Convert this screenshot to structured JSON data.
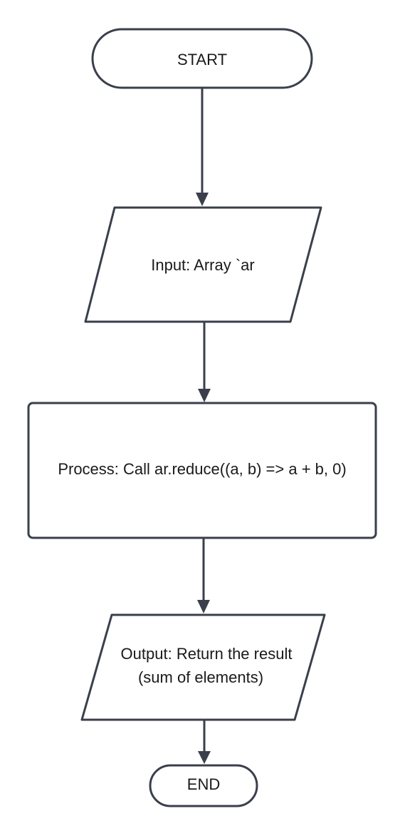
{
  "flowchart": {
    "start": {
      "label": "START"
    },
    "input": {
      "label": "Input: Array `ar"
    },
    "process": {
      "label": "Process: Call ar.reduce((a, b) => a + b, 0)"
    },
    "output": {
      "line1": "Output: Return the result",
      "line2": "(sum of elements)"
    },
    "end": {
      "label": "END"
    }
  }
}
